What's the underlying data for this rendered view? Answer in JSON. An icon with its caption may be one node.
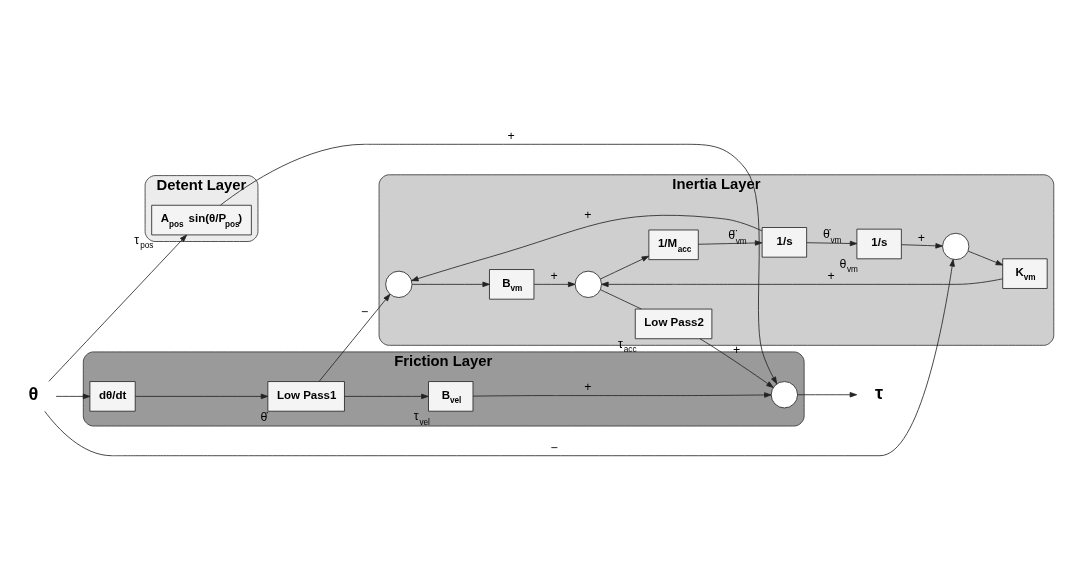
{
  "diagram": {
    "nodes": [
      {
        "text": [
          "Detent Layer"
        ]
      },
      {
        "text": [
          "A$_{pos}$ sin(θ/P$_{pos}$)"
        ],
        "in": 0,
        "beside": [
          "τ$_{pos}$"
        ]
      },
      {
        "text": [
          "Friction Layer"
        ]
      },
      {
        "text": [
          "dθ/dt"
        ],
        "in": 2
      },
      {
        "text": [
          "Low Pass1"
        ],
        "in": 2,
        "beside": [
          "θ̇"
        ]
      },
      {
        "text": [
          "B$_{vel}$"
        ],
        "in": 2,
        "beside": [
          "τ$_{vel}$"
        ]
      },
      {
        "text": [],
        "shape": "circle",
        "in": 2
      },
      {
        "text": [
          "Inertia Layer"
        ]
      },
      {
        "text": [],
        "shape": "circle",
        "in": 7
      },
      {
        "text": [
          "K$_{vm}$"
        ],
        "in": 7
      },
      {
        "text": [],
        "shape": "circle",
        "in": 7
      },
      {
        "text": [
          "B$_{vm}$"
        ],
        "in": 7
      },
      {
        "text": [],
        "shape": "circle",
        "in": 7
      },
      {
        "text": [
          "Low Pass2"
        ],
        "in": 7,
        "beside": [
          "τ$_{acc}$"
        ]
      },
      {
        "text": [
          "1/M$_{acc}$"
        ],
        "in": 7
      },
      {
        "text": [
          "1/s"
        ],
        "in": 7
      },
      {
        "text": [
          "1/s"
        ],
        "in": 7,
        "beside": [
          "θ$_{vm}$"
        ]
      },
      {
        "text": [
          "θ"
        ]
      },
      {
        "text": [
          "τ"
        ]
      }
    ],
    "edges": [
      {
        "from": 17,
        "to": 3,
        "arrow": "to"
      },
      {
        "from": 17,
        "to": 1,
        "arrow": "to"
      },
      {
        "from": 17,
        "to": 8,
        "arrow": "to",
        "label": "−"
      },
      {
        "from": 3,
        "to": 4,
        "arrow": "to"
      },
      {
        "from": 4,
        "to": 5,
        "arrow": "to"
      },
      {
        "from": 4,
        "to": 10,
        "arrow": "to",
        "label": "−"
      },
      {
        "from": 1,
        "to": 6,
        "arrow": "to",
        "label": "+"
      },
      {
        "from": 5,
        "to": 6,
        "arrow": "to",
        "label": "+"
      },
      {
        "from": 13,
        "to": 6,
        "arrow": "to",
        "label": "+"
      },
      {
        "from": 6,
        "to": 18,
        "arrow": "to"
      },
      {
        "from": 8,
        "to": 9,
        "arrow": "to"
      },
      {
        "from": 9,
        "to": 12,
        "arrow": "to",
        "label": "+"
      },
      {
        "from": 10,
        "to": 11,
        "arrow": "to"
      },
      {
        "from": 11,
        "to": 12,
        "arrow": "to",
        "label": "+"
      },
      {
        "from": 12,
        "to": 13,
        "arrow": "none"
      },
      {
        "from": 12,
        "to": 14,
        "arrow": "to"
      },
      {
        "from": 14,
        "to": 15,
        "arrow": "to",
        "label": "θ̈$_{vm}$"
      },
      {
        "from": 15,
        "to": 16,
        "arrow": "to",
        "label": "θ̇$_{vm}$"
      },
      {
        "from": 15,
        "to": 10,
        "arrow": "to",
        "label": "+"
      },
      {
        "from": 16,
        "to": 8,
        "arrow": "to",
        "label": "+"
      }
    ]
  }
}
